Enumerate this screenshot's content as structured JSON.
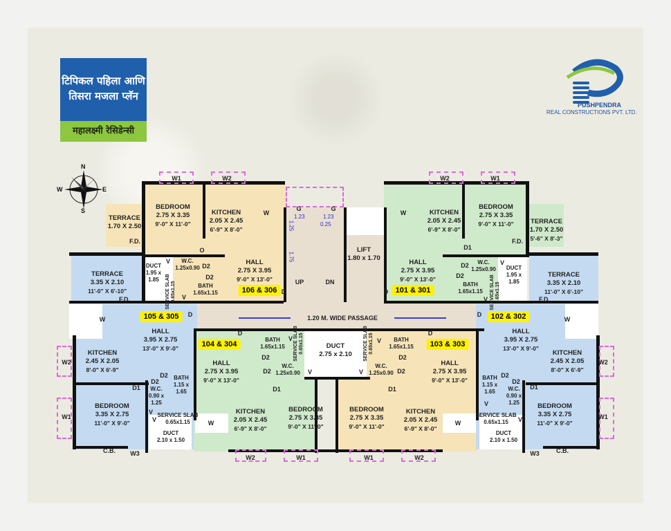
{
  "title": {
    "line1": "टिपिकल पहिला आणि",
    "line2": "तिसरा मजला प्लॅन",
    "project": "महालक्ष्मी रेसिडेन्सी"
  },
  "logo": {
    "name": "PUSHPENDRA",
    "sub": "REAL CONSTRUCTIONS PVT. LTD."
  },
  "compass": {
    "n": "N",
    "s": "S",
    "e": "E",
    "w": "W"
  },
  "colors": {
    "title_blue": "#1f5fab",
    "title_green": "#8dc63f",
    "unit_yellow": "#f6e4b8",
    "unit_green": "#cfe9cb",
    "unit_blue": "#c3daf1",
    "passage": "#e9dfd1",
    "tag_yellow": "#fff200",
    "wall": "#111111"
  },
  "passage": "1.20 M. WIDE PASSAGE",
  "stair": {
    "up": "UP",
    "dn": "DN",
    "dims": [
      "1.23",
      "1.23",
      "0.25",
      "1.25",
      "1.75"
    ]
  },
  "lift": {
    "name": "LIFT",
    "size": "1.80 x 1.70"
  },
  "central_duct": {
    "name": "DUCT",
    "size": "2.75 x 2.10"
  },
  "units": [
    {
      "tag": "106 & 306",
      "rooms": {
        "terrace": {
          "name": "TERRACE",
          "size": "1.70 X 2.50"
        },
        "bedroom": {
          "name": "BEDROOM",
          "size": "2.75 X 3.35",
          "ft": "9'-0\" X 11'-0\""
        },
        "kitchen": {
          "name": "KITCHEN",
          "size": "2.05 X 2.45",
          "ft": "6'-9\" X 8'-0\""
        },
        "hall": {
          "name": "HALL",
          "size": "2.75 X 3.95",
          "ft": "9'-0\" X 13'-0\""
        },
        "wc": {
          "name": "W.C.",
          "size": "1.25x0.90"
        },
        "bath": {
          "name": "BATH",
          "size": "1.65x1.15"
        },
        "duct": {
          "name": "DUCT",
          "size": "1.95 x 1.85"
        },
        "service_slab": {
          "name": "SERVICE SLAB",
          "size": "0.65x1.15"
        },
        "terrace_big": {
          "name": "TERRACE",
          "size": "3.35 X 2.10",
          "ft": "11'-0\" X 6'-10\""
        }
      }
    },
    {
      "tag": "101 & 301",
      "rooms": {
        "kitchen": {
          "name": "KITCHEN",
          "size": "2.05 X 2.45",
          "ft": "6'-9\" X 8'-0\""
        },
        "bedroom": {
          "name": "BEDROOM",
          "size": "2.75 X 3.35",
          "ft": "9'-0\" X 11'-0\""
        },
        "terrace": {
          "name": "TERRACE",
          "size": "1.70 X 2.50",
          "ft": "5'-6\" X 8'-3\""
        },
        "hall": {
          "name": "HALL",
          "size": "2.75 X 3.95",
          "ft": "9'-0\" X 13'-0\""
        },
        "wc": {
          "name": "W.C.",
          "size": "1.25x0.90"
        },
        "bath": {
          "name": "BATH",
          "size": "1.65x1.15"
        },
        "duct": {
          "name": "DUCT",
          "size": "1.95 x 1.85"
        },
        "service_slab": {
          "name": "SERVICE SLAB",
          "size": "0.65x1.15"
        },
        "terrace_big": {
          "name": "TERRACE",
          "size": "3.35 X 2.10",
          "ft": "11'-0\" X 6'-10\""
        }
      }
    },
    {
      "tag": "105 & 305",
      "rooms": {
        "hall": {
          "name": "HALL",
          "size": "3.95 X 2.75",
          "ft": "13'-0\" X 9'-0\""
        },
        "kitchen": {
          "name": "KITCHEN",
          "size": "2.45 X 2.05",
          "ft": "8'-0\" X 6'-9\""
        },
        "bedroom": {
          "name": "BEDROOM",
          "size": "3.35 X 2.75",
          "ft": "11'-0\" X 9'-0\""
        },
        "bath": {
          "name": "BATH",
          "size": "1.15 x 1.65"
        },
        "wc": {
          "name": "W.C.",
          "size": "0.90 x 1.25"
        },
        "service_slab": {
          "name": "SERVICE SLAB",
          "size": "0.65x1.15"
        },
        "duct": {
          "name": "DUCT",
          "size": "2.10 x 1.50"
        }
      }
    },
    {
      "tag": "104 & 304",
      "rooms": {
        "hall": {
          "name": "HALL",
          "size": "2.75 X 3.95",
          "ft": "9'-0\" X 13'-0\""
        },
        "kitchen": {
          "name": "KITCHEN",
          "size": "2.05 X 2.45",
          "ft": "6'-9\" X 8'-0\""
        },
        "bedroom": {
          "name": "BEDROOM",
          "size": "2.75 X 3.35",
          "ft": "9'-0\" X 11'-0\""
        },
        "bath": {
          "name": "BATH",
          "size": "1.65x1.15"
        },
        "wc": {
          "name": "W.C.",
          "size": "1.25x0.90"
        },
        "service_slab": {
          "name": "SERVICE SLAB",
          "size": "0.65x1.15"
        }
      }
    },
    {
      "tag": "103 & 303",
      "rooms": {
        "hall": {
          "name": "HALL",
          "size": "2.75 X 3.95",
          "ft": "9'-0\" X 13'-0\""
        },
        "kitchen": {
          "name": "KITCHEN",
          "size": "2.05 X 2.45",
          "ft": "6'-9\" X 8'-0\""
        },
        "bedroom": {
          "name": "BEDROOM",
          "size": "2.75 X 3.35",
          "ft": "9'-0\" X 11'-0\""
        },
        "bath": {
          "name": "BATH",
          "size": "1.65x1.15"
        },
        "wc": {
          "name": "W.C.",
          "size": "1.25x0.90"
        },
        "service_slab": {
          "name": "SERVICE SLAB",
          "size": "0.65x1.15"
        }
      }
    },
    {
      "tag": "102 & 302",
      "rooms": {
        "hall": {
          "name": "HALL",
          "size": "3.95 X 2.75",
          "ft": "13'-0\" X 9'-0\""
        },
        "kitchen": {
          "name": "KITCHEN",
          "size": "2.45 X 2.05",
          "ft": "8'-0\" X 6'-9\""
        },
        "bedroom": {
          "name": "BEDROOM",
          "size": "3.35 X 2.75",
          "ft": "11'-0\" X 9'-0\""
        },
        "bath": {
          "name": "BATH",
          "size": "1.15 x 1.65"
        },
        "wc": {
          "name": "W.C.",
          "size": "0.90 x 1.25"
        },
        "service_slab": {
          "name": "SERVICE SLAB",
          "size": "0.65x1.15"
        },
        "duct": {
          "name": "DUCT",
          "size": "2.10 x 1.50"
        }
      }
    }
  ],
  "markers": [
    "W1",
    "W2",
    "W",
    "O",
    "V",
    "D2",
    "D2",
    "V",
    "D",
    "G",
    "G",
    "D",
    "W2",
    "W1",
    "W",
    "D1",
    "D2",
    "D2",
    "V",
    "V",
    "F.D.",
    "F.D.",
    "F.D.",
    "F.D.",
    "D",
    "W",
    "W2",
    "D1",
    "D2",
    "D2",
    "W1",
    "W3",
    "C.B.",
    "V",
    "V",
    "D",
    "D2",
    "D2",
    "D1",
    "W",
    "W2",
    "W1",
    "W1",
    "W2",
    "D1",
    "D2",
    "D2",
    "D",
    "D",
    "W",
    "W2",
    "W1",
    "D1",
    "D2",
    "D2",
    "W3",
    "C.B.",
    "W",
    "V",
    "V",
    "V",
    "V",
    "V",
    "V"
  ]
}
